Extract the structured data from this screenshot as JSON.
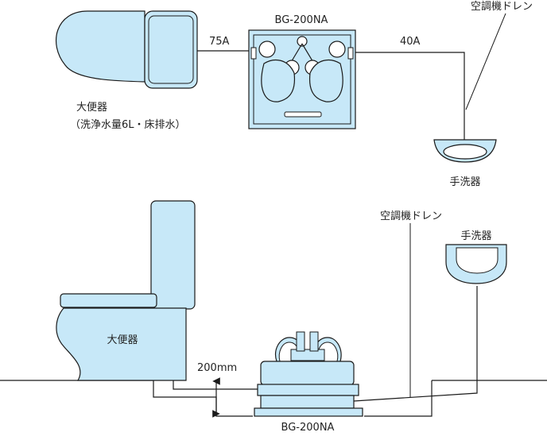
{
  "colors": {
    "fixture_fill": "#c7e8f8",
    "outline": "#1a1a1a",
    "background": "#ffffff"
  },
  "top_view": {
    "unit_label": "BG-200NA",
    "pipe_label_left": "75A",
    "pipe_label_right": "40A",
    "drain_label": "空調機ドレン",
    "toilet_label_line1": "大便器",
    "toilet_label_line2": "（洗浄水量6L・床排水）",
    "sink_label": "手洗器"
  },
  "side_view": {
    "drain_label": "空調機ドレン",
    "sink_label": "手洗器",
    "toilet_label": "大便器",
    "depth_label": "200mm",
    "unit_label": "BG-200NA"
  }
}
